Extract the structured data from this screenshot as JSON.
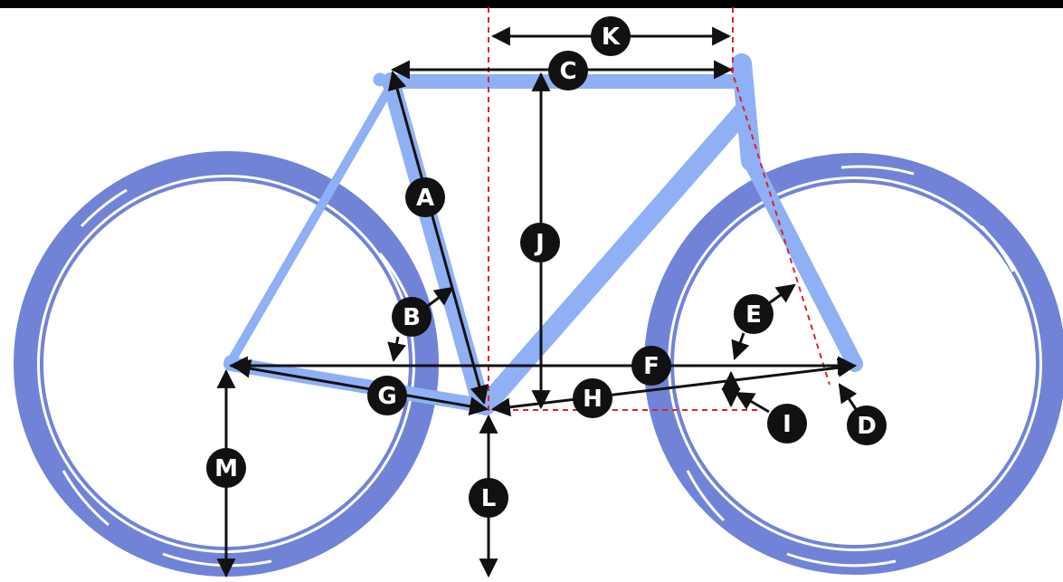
{
  "diagram": {
    "labels": {
      "A": "A",
      "B": "B",
      "C": "C",
      "D": "D",
      "E": "E",
      "F": "F",
      "G": "G",
      "H": "H",
      "I": "I",
      "J": "J",
      "K": "K",
      "L": "L",
      "M": "M"
    },
    "colors": {
      "frame": "#8fb0f4",
      "wheel": "#7083d6",
      "dimension_line": "#111111",
      "guide_line": "#e0202a",
      "badge": "#111111",
      "badge_text": "#ffffff",
      "background": "#ffffff",
      "top_bar": "#000000"
    }
  }
}
